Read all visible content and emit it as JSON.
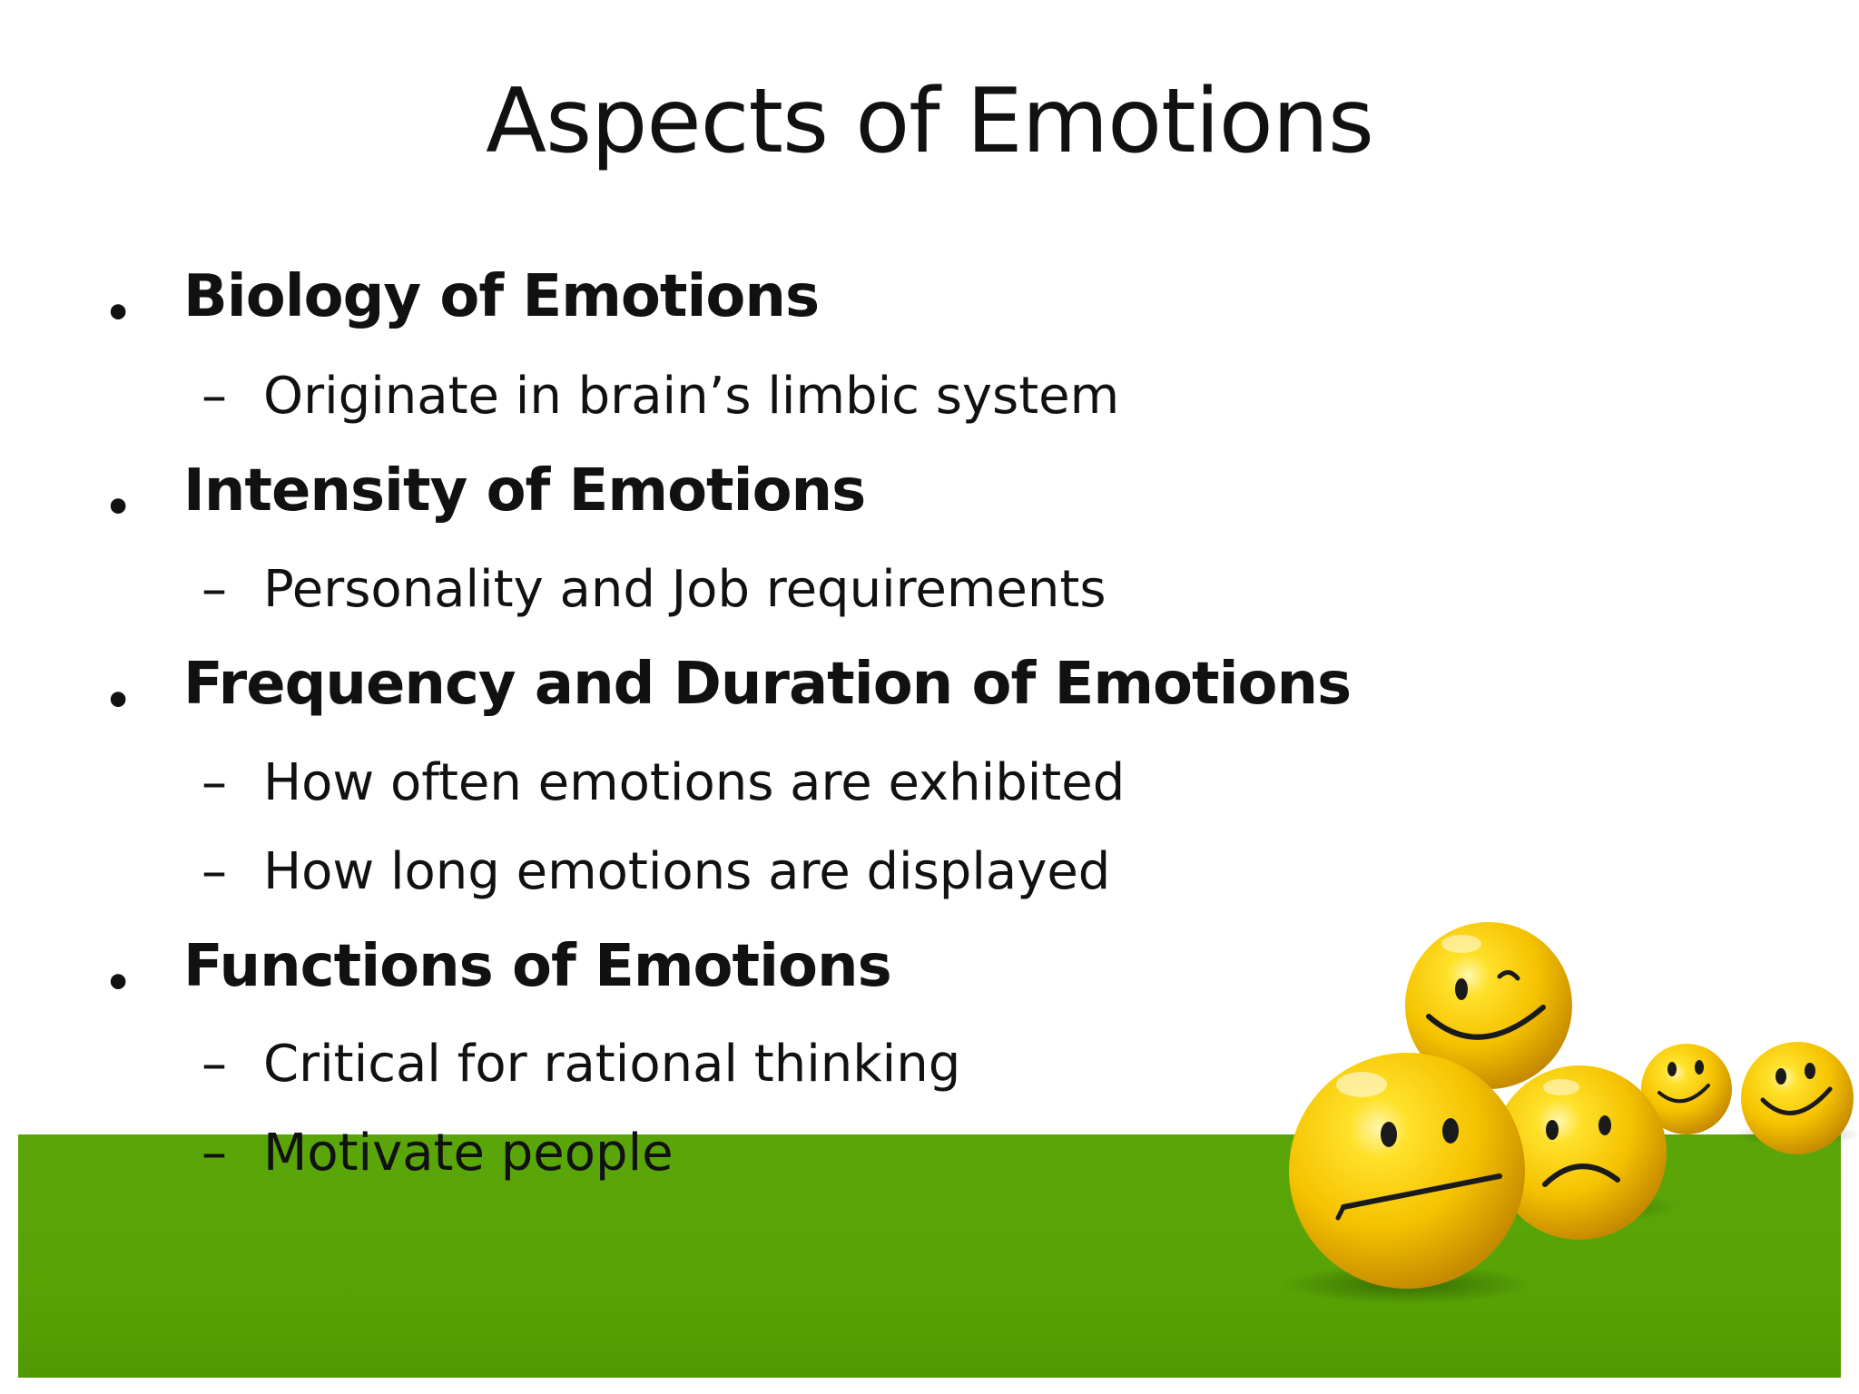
{
  "slide": {
    "title": "Aspects of Emotions",
    "bullets": [
      {
        "label": "Biology of Emotions",
        "subs": [
          "Originate in brain’s limbic system"
        ]
      },
      {
        "label": "Intensity of Emotions",
        "subs": [
          "Personality and Job requirements"
        ]
      },
      {
        "label": "Frequency and Duration of Emotions",
        "subs": [
          "How often emotions are exhibited",
          "How long emotions are displayed"
        ]
      },
      {
        "label": "Functions of Emotions",
        "subs": [
          "Critical for rational thinking",
          "Motivate people"
        ]
      }
    ],
    "bullet_glyph": "•",
    "sub_glyph": "–"
  },
  "colors": {
    "band_green": "#58a405",
    "smiley_yellow": "#f5c200",
    "text": "#111111"
  },
  "icons": [
    "winking-smiley-icon",
    "neutral-smiley-icon",
    "sad-smiley-icon",
    "small-smiley-icon"
  ]
}
